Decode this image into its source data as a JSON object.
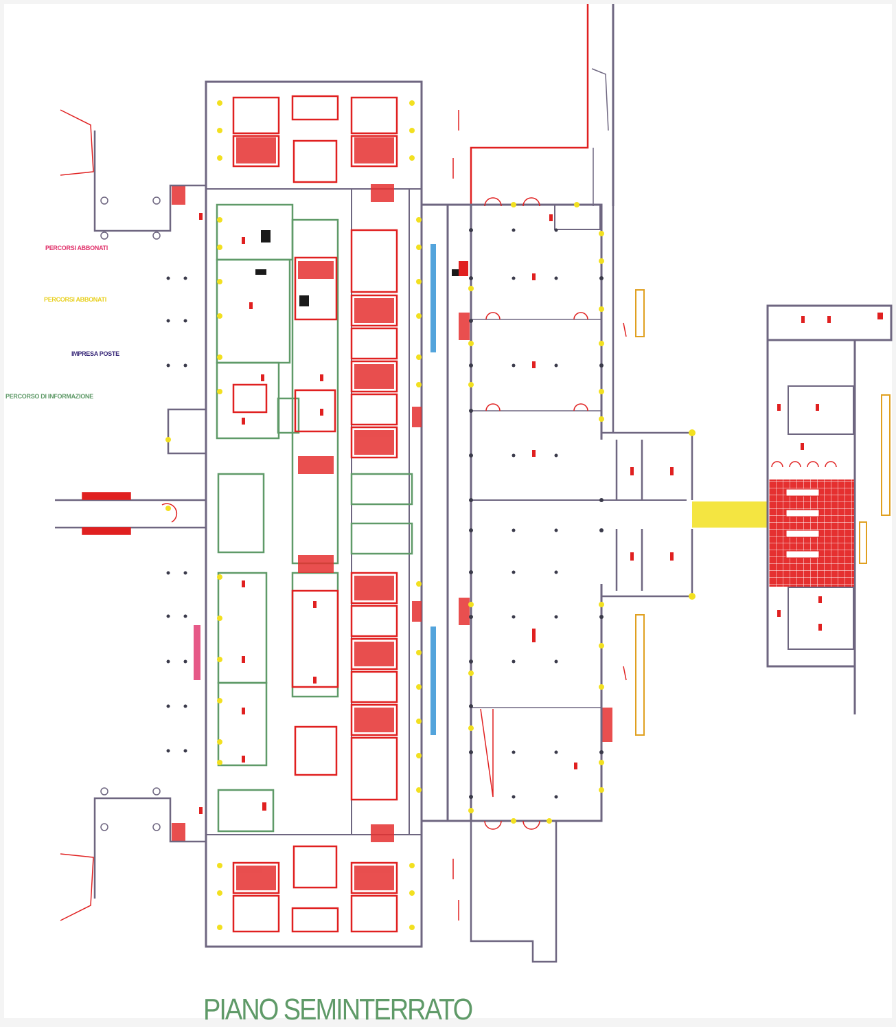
{
  "drawing": {
    "title": "PIANO SEMINTERRATO",
    "colors": {
      "walls": "#6e6680",
      "rooms": "#e02020",
      "markers": "#f2e020",
      "green_walls": "#5f9a68",
      "corridor_label": "#1a86d0",
      "orange_label": "#e0a020",
      "hatch_fill": "#e53030"
    }
  },
  "legend": [
    {
      "id": "red",
      "label": "PERCORSI ABBONATI",
      "color": "#e0306a"
    },
    {
      "id": "yellow",
      "label": "PERCORSI ABBONATI",
      "color": "#f2e020"
    },
    {
      "id": "navy",
      "label": "IMPRESA POSTE",
      "color": "#3a2a7a"
    },
    {
      "id": "green",
      "label": "PERCORSO DI INFORMAZIONE",
      "color": "#5f9a68"
    }
  ],
  "icons": [
    "stair-icon",
    "column-dot-icon",
    "door-swing-icon",
    "hatched-room-icon"
  ]
}
